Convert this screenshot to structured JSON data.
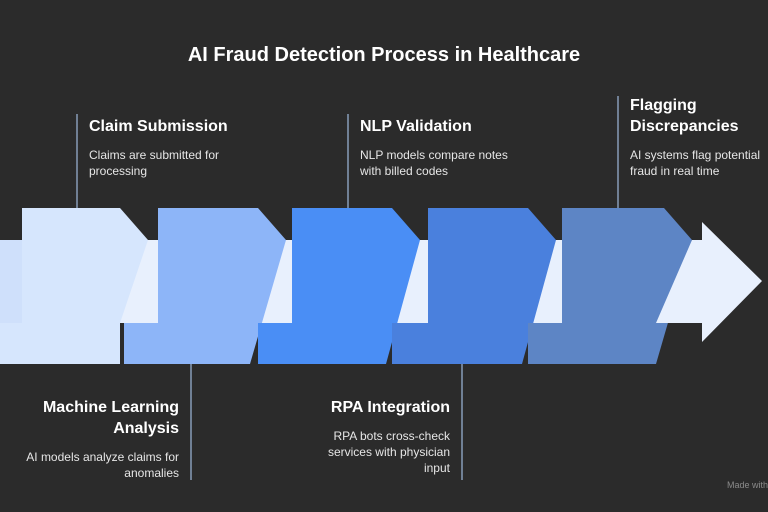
{
  "title": "AI Fraud Detection Process in Healthcare",
  "steps": [
    {
      "title": "Claim Submission",
      "description": "Claims are submitted for processing",
      "position": "top",
      "color": "#d6e6fd"
    },
    {
      "title": "Machine Learning Analysis",
      "description": "AI models analyze claims for anomalies",
      "position": "bottom",
      "color": "#8db5f8"
    },
    {
      "title": "NLP Validation",
      "description": "NLP models compare notes with billed codes",
      "position": "top",
      "color": "#4a8ef5"
    },
    {
      "title": "RPA Integration",
      "description": "RPA bots cross-check services with physician input",
      "position": "bottom",
      "color": "#4a80dd"
    },
    {
      "title": "Flagging Discrepancies",
      "description": "AI systems flag potential fraud in real time",
      "position": "top",
      "color": "#5d85c5"
    }
  ],
  "arrow_color": "#e8f0fd",
  "connector_color": "#cfe0fb",
  "footer": "Made with"
}
